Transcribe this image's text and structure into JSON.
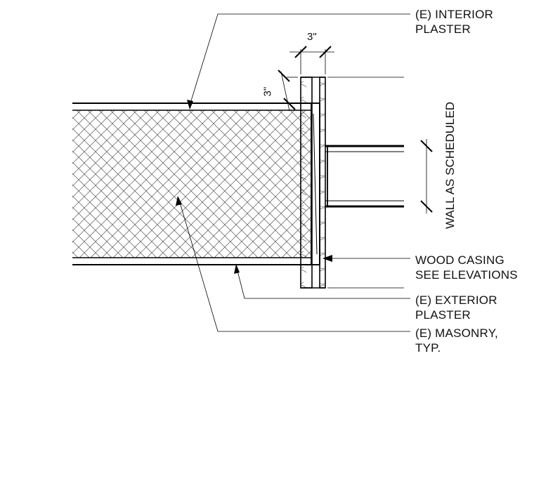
{
  "labels": {
    "interior_plaster": [
      "(E) INTERIOR",
      "PLASTER"
    ],
    "wood_casing": [
      "WOOD CASING",
      "SEE ELEVATIONS"
    ],
    "exterior_plaster": [
      "(E) EXTERIOR",
      "PLASTER"
    ],
    "masonry": [
      "(E) MASONRY,",
      "TYP."
    ],
    "wall_as_scheduled": "WALL AS SCHEDULED"
  },
  "dimensions": {
    "casing_width": "3\"",
    "casing_projection": "3\""
  }
}
